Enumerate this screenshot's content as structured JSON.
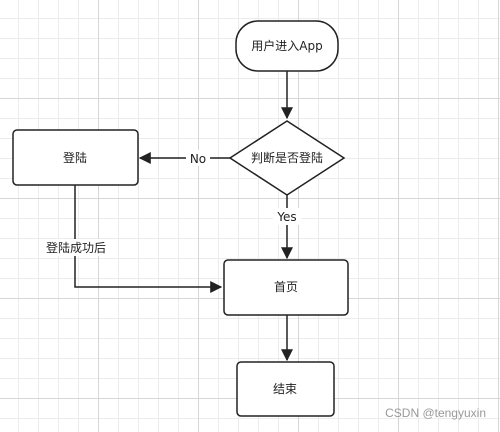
{
  "nodes": {
    "start": {
      "label": "用户进入App",
      "shape": "rounded-terminal"
    },
    "decision": {
      "label": "判断是否登陆",
      "shape": "diamond"
    },
    "login": {
      "label": "登陆",
      "shape": "rounded-rect"
    },
    "home": {
      "label": "首页",
      "shape": "rounded-rect"
    },
    "end": {
      "label": "结束",
      "shape": "rounded-rect"
    }
  },
  "edges": {
    "no_label": "No",
    "yes_label": "Yes",
    "login_success_label": "登陆成功后"
  },
  "watermark": "CSDN @tengyuxin",
  "colors": {
    "stroke": "#222222",
    "fill": "#ffffff",
    "grid_major": "#d6d6d6",
    "grid_minor": "#ececec"
  }
}
